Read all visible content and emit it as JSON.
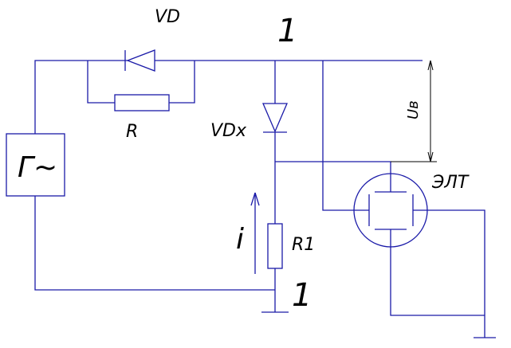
{
  "labels": {
    "vd": "VD",
    "node_top": "1",
    "resistor_r": "R",
    "vdx": "VDx",
    "ub": "Uв",
    "crt": "ЭЛТ",
    "generator": "Г~",
    "current": "i",
    "resistor_r1": "R1",
    "node_bottom": "1"
  },
  "colors": {
    "wire": "#1a1aa8",
    "text": "#000000",
    "dimension": "#000000",
    "background": "#ffffff"
  }
}
